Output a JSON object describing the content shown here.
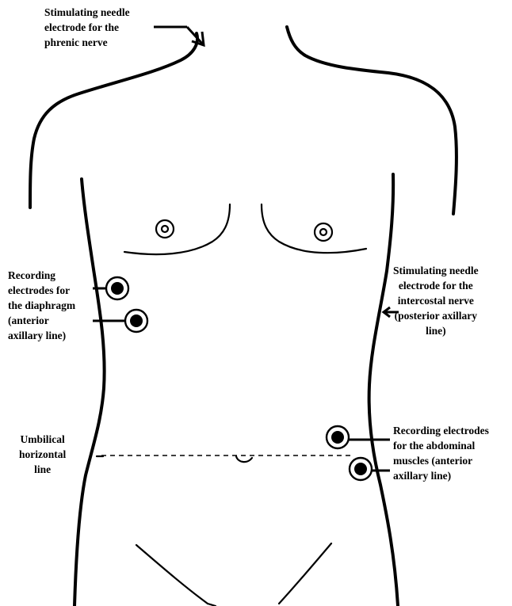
{
  "labels": {
    "phrenic": "Stimulating needle\nelectrode for the\nphrenic nerve",
    "diaphragm": "Recording\nelectrodes for\nthe diaphragm\n(anterior\naxillary line)",
    "intercostal": "Stimulating needle\nelectrode for the\nintercostal nerve\n(posterior axillary\nline)",
    "umbilical": "Umbilical\nhorizontal\nline",
    "abdominal": "Recording electrodes\nfor the abdominal\nmuscles (anterior\naxillary line)"
  },
  "colors": {
    "ink": "#000000",
    "background": "#ffffff"
  }
}
